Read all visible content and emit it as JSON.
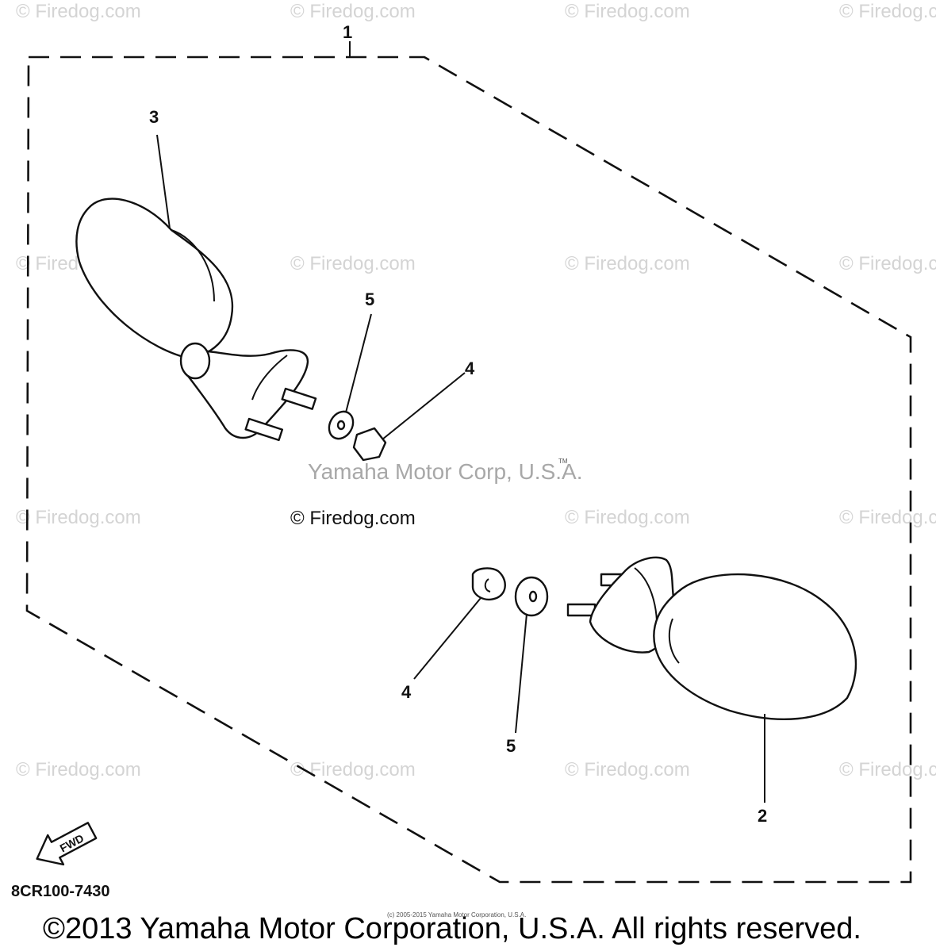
{
  "watermark": {
    "site_text": "© Firedog.com",
    "corp_text": "Yamaha Motor Corp, U.S.A.",
    "tm_mark": "TM",
    "center_copyright": "© Firedog.com"
  },
  "callouts": {
    "assembly": "1",
    "right_mirror": "2",
    "left_mirror": "3",
    "nut_left": "4",
    "nut_right": "4",
    "washer_left": "5",
    "washer_right": "5"
  },
  "fwd_label": "FWD",
  "diagram_code": "8CR100-7430",
  "tiny_notice": "(c) 2005-2015 Yamaha Motor Corporation, U.S.A.",
  "footer_copyright": "©2013 Yamaha Motor Corporation, U.S.A. All rights reserved."
}
